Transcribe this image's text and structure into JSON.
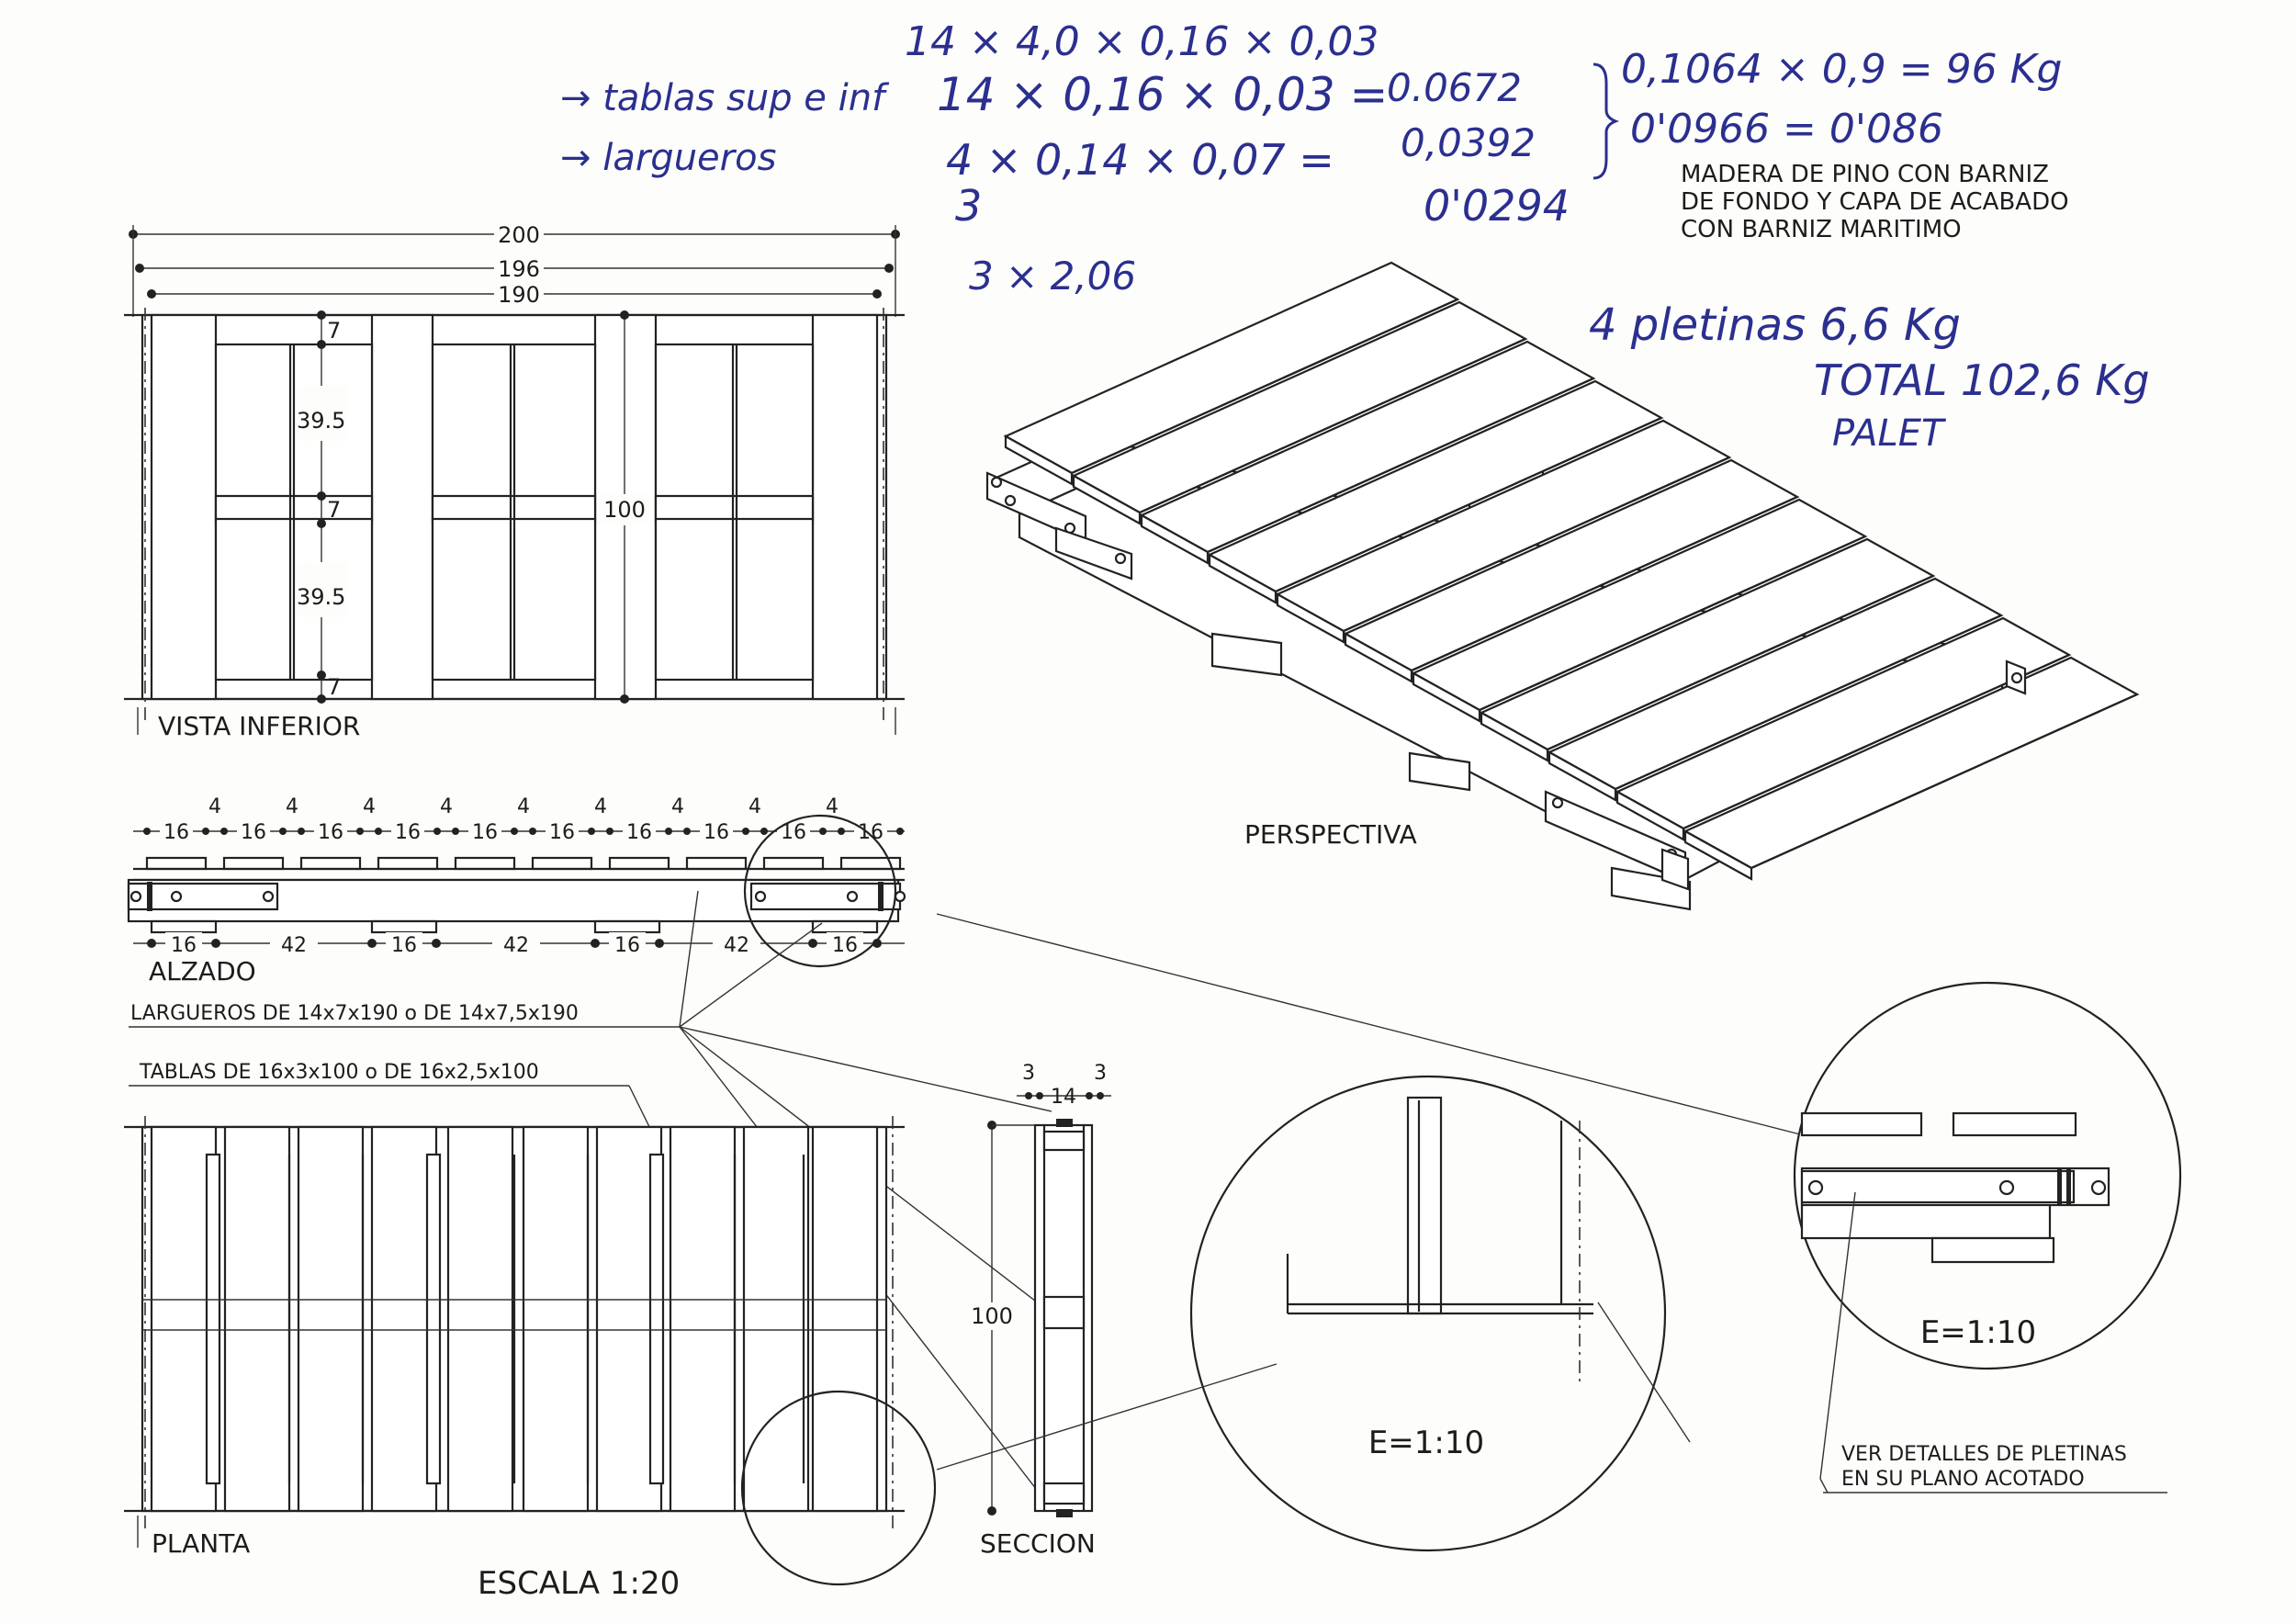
{
  "annotations": {
    "line1": "14 × 4,0 × 0,16 × 0,03",
    "line2": "14 × 0,16 × 0,03 =",
    "line3": "4 × 0,14 × 0,07 =",
    "line3_digit": "3",
    "line4": "3 × 2,06",
    "note_tablas": "→ tablas sup e inf",
    "note_largueros": "→ largueros",
    "vol1": "0.0672",
    "vol2": "0,0392",
    "vol3": "0'0294",
    "sum1": "0,1064 × 0,9 = 96 Kg",
    "sum2": "0'0966 = 0'086",
    "pletinas": "4 pletinas   6,6 Kg",
    "total": "TOTAL 102,6 Kg",
    "total_sub": "PALET"
  },
  "material_note": [
    "MADERA DE PINO CON BARNIZ",
    "DE FONDO Y CAPA DE ACABADO",
    "CON BARNIZ MARITIMO"
  ],
  "views": {
    "bottom": "VISTA INFERIOR",
    "elevation": "ALZADO",
    "plan": "PLANTA",
    "section": "SECCION",
    "perspective": "PERSPECTIVA",
    "scale": "ESCALA 1:20",
    "detail_scale_1": "E=1:10",
    "detail_scale_2": "E=1:10"
  },
  "labels": {
    "largueros": "LARGUEROS DE 14x7x190 o DE 14x7,5x190",
    "tablas": "TABLAS DE 16x3x100 o DE 16x2,5x100",
    "ver_detalles_1": "VER DETALLES DE PLETINAS",
    "ver_detalles_2": "EN SU PLANO ACOTADO"
  },
  "dimensions": {
    "overall": "200",
    "between_ends": "196",
    "stringer_length": "190",
    "width": "100",
    "gap_small": "7",
    "gap_large": "39.5",
    "board_width": "16",
    "board_gap": "4",
    "stringer_spacing": "42",
    "section_width": "14",
    "section_edge": "3",
    "section_height": "100"
  }
}
